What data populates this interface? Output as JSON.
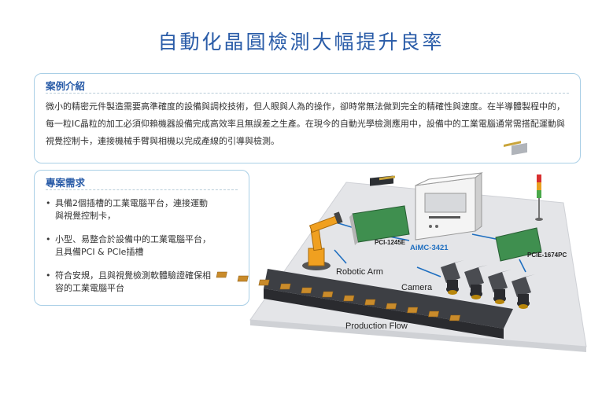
{
  "page": {
    "title": "自動化晶圓檢測大幅提升良率"
  },
  "case_intro": {
    "heading": "案例介紹",
    "body": "微小的精密元件製造需要高準確度的設備與調校技術，但人眼與人為的操作，卻時常無法做到完全的精確性與速度。在半導體製程中的，每一粒IC晶粒的加工必須仰賴機器設備完成高效率且無誤差之生產。在現今的自動光學檢測應用中，設備中的工業電腦通常需搭配運動與視覺控制卡，連接機械手臂與相機以完成產線的引導與檢測。"
  },
  "requirements": {
    "heading": "專案需求",
    "items": [
      {
        "line1": "具備2個插槽的工業電腦平台，連接運動",
        "line2": "與視覺控制卡，"
      },
      {
        "line1": "小型、易整合於設備中的工業電腦平台，",
        "line2": "且具備PCI & PCIe插槽"
      },
      {
        "line1": "符合安規，且與視覺檢測軟體驗證確保相",
        "line2": "容的工業電腦平台"
      }
    ]
  },
  "diagram": {
    "pci_card_label": "PCI-1245E",
    "ipc_label": "AiMC-3421",
    "pcie_card_label": "PCIE-1674PC",
    "robot_label": "Robotic Arm",
    "camera_label": "Camera",
    "flow_label": "Production Flow"
  },
  "colors": {
    "title_blue": "#2a5ca8",
    "box_border": "#a9cfe6",
    "platform": "#e4e5e8",
    "belt": "#3d3f44",
    "board_green": "#3f8f4f",
    "robot_orange": "#f0a020",
    "link_blue": "#1f6fc0"
  }
}
